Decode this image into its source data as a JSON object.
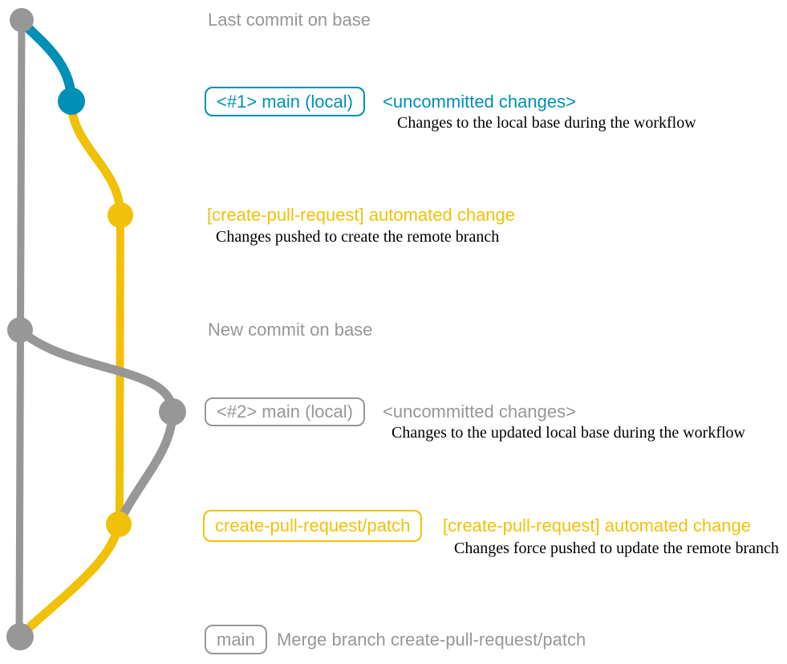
{
  "colors": {
    "base_gray": "#979797",
    "main_teal": "#008fb5",
    "patch_yellow": "#f1c109",
    "note_black": "#000000",
    "background": "#ffffff"
  },
  "graph": {
    "type": "git-branch-diagram",
    "branches": [
      {
        "name": "base",
        "color_key": "base_gray"
      },
      {
        "name": "main (local)",
        "color_key": "main_teal"
      },
      {
        "name": "create-pull-request/patch",
        "color_key": "patch_yellow"
      }
    ],
    "commits": [
      {
        "branch": "base",
        "label": "Last commit on base"
      },
      {
        "branch": "main (local)",
        "label": "<#1> main (local) <uncommitted changes>"
      },
      {
        "branch": "create-pull-request/patch",
        "label": "[create-pull-request] automated change"
      },
      {
        "branch": "base",
        "label": "New commit on base"
      },
      {
        "branch": "main (local)",
        "label": "<#2> main (local) <uncommitted changes>"
      },
      {
        "branch": "create-pull-request/patch",
        "label": "create-pull-request/patch [create-pull-request] automated change"
      },
      {
        "branch": "base",
        "label": "main Merge branch create-pull-request/patch"
      }
    ]
  },
  "rows": {
    "last_commit": {
      "text": "Last commit on base"
    },
    "main1": {
      "box": "<#1> main (local)",
      "tag": "<uncommitted changes>",
      "note": "Changes to the local base during the workflow"
    },
    "auto1": {
      "heading": "[create-pull-request] automated change",
      "note": "Changes pushed to create the remote branch"
    },
    "new_commit": {
      "text": "New commit on base"
    },
    "main2": {
      "box": "<#2> main (local)",
      "tag": "<uncommitted changes>",
      "note": "Changes to the updated local base during the workflow"
    },
    "patch": {
      "box": "create-pull-request/patch",
      "heading": "[create-pull-request] automated change",
      "note": "Changes force pushed to update the remote branch"
    },
    "merge": {
      "box": "main",
      "heading": "Merge branch create-pull-request/patch"
    }
  }
}
